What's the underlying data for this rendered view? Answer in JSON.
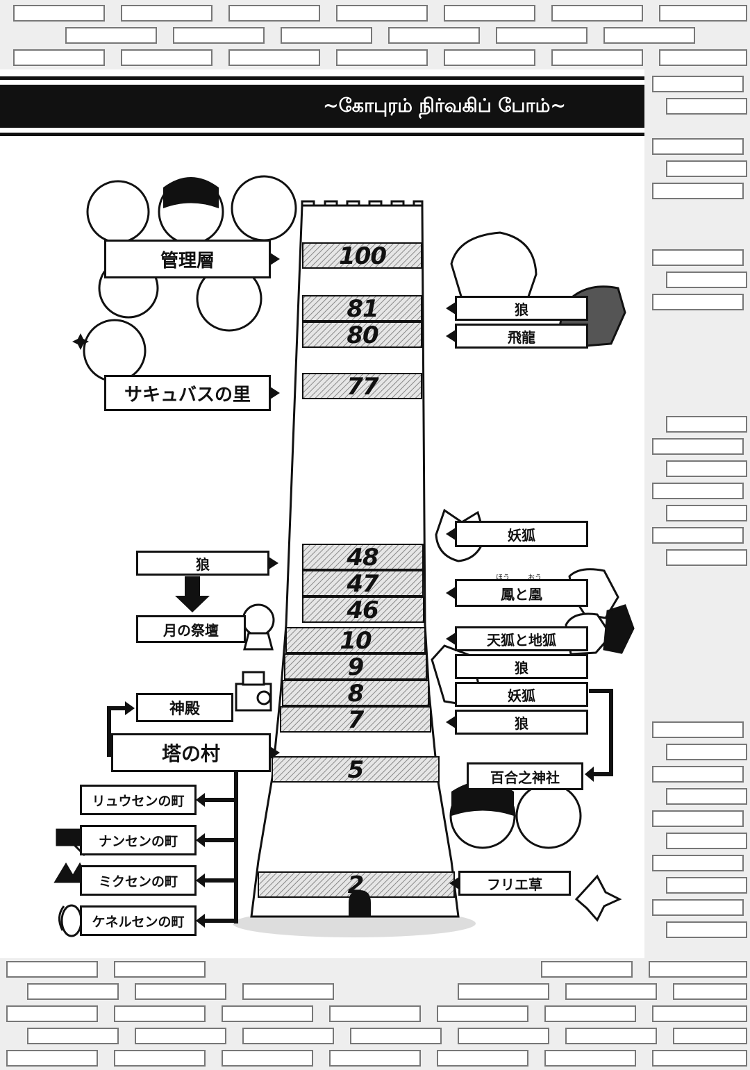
{
  "title": "~கோபுரம் நிர்வகிப் போம்~",
  "tower": {
    "floors": [
      "100",
      "81",
      "80",
      "77",
      "48",
      "47",
      "46",
      "10",
      "9",
      "8",
      "7",
      "5",
      "2"
    ]
  },
  "left_labels": {
    "management": "管理層",
    "succubus_village": "サキュバスの里",
    "wolf": "狼",
    "moon_altar": "月の祭壇",
    "temple": "神殿",
    "tower_village": "塔の村",
    "ryuusen": "リュウセンの町",
    "nansen": "ナンセンの町",
    "mikusen": "ミクセンの町",
    "kenerusen": "ケネルセンの町"
  },
  "right_labels": {
    "wolf_81": "狼",
    "wyvern_80": "飛龍",
    "youko_48": "妖狐",
    "phoenix_46": "鳳と凰",
    "phoenix_ruby_1": "ほう",
    "phoenix_ruby_2": "おう",
    "tenko_chiko_10": "天狐と地狐",
    "wolf_9": "狼",
    "youko_8": "妖狐",
    "wolf_7": "狼",
    "yuri_shrine": "百合之神社",
    "furie_grass_2": "フリエ草"
  },
  "icons": [
    "brick-wall-icon",
    "wolf-head-icon",
    "dragon-head-icon",
    "fox-head-icon",
    "bird-head-icon",
    "crystal-ball-icon",
    "shrine-icon",
    "hammer-icon",
    "crown-icon",
    "corn-icon",
    "flower-icon",
    "character-face-icon",
    "sparkle-icon",
    "down-arrow-icon"
  ]
}
